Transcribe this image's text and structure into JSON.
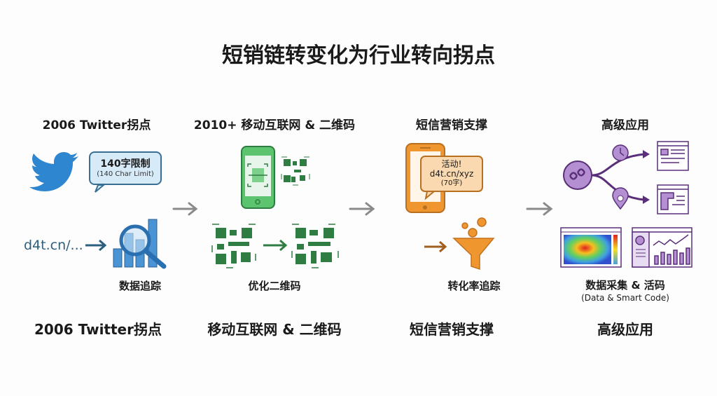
{
  "title": "短销链转变化为行业转向拐点",
  "columns": [
    {
      "heading": "2006 Twitter拐点",
      "footer": "2006 Twitter拐点",
      "bubble_main": "140字限制",
      "bubble_sub": "(140 Char Limit)",
      "link_text": "d4t.cn/...",
      "caption": "数据追踪"
    },
    {
      "heading": "2010+ 移动互联网 & 二维码",
      "footer": "移动互联网 & 二维码",
      "caption": "优化二维码"
    },
    {
      "heading": "短信营销支撑",
      "footer": "短信营销支撑",
      "sms_line1": "活动!",
      "sms_line2": "d4t.cn/xyz",
      "sms_line3": "(70字)",
      "caption": "转化率追踪"
    },
    {
      "heading": "高级应用",
      "footer": "高级应用",
      "caption": "数据采集 & 活码",
      "caption_sub": "(Data & Smart Code)"
    }
  ],
  "colors": {
    "blue": "#2f86d0",
    "green": "#3fa85a",
    "orange": "#f0962e",
    "purple": "#7a4b9c",
    "arrow": "#8a8a8a"
  }
}
